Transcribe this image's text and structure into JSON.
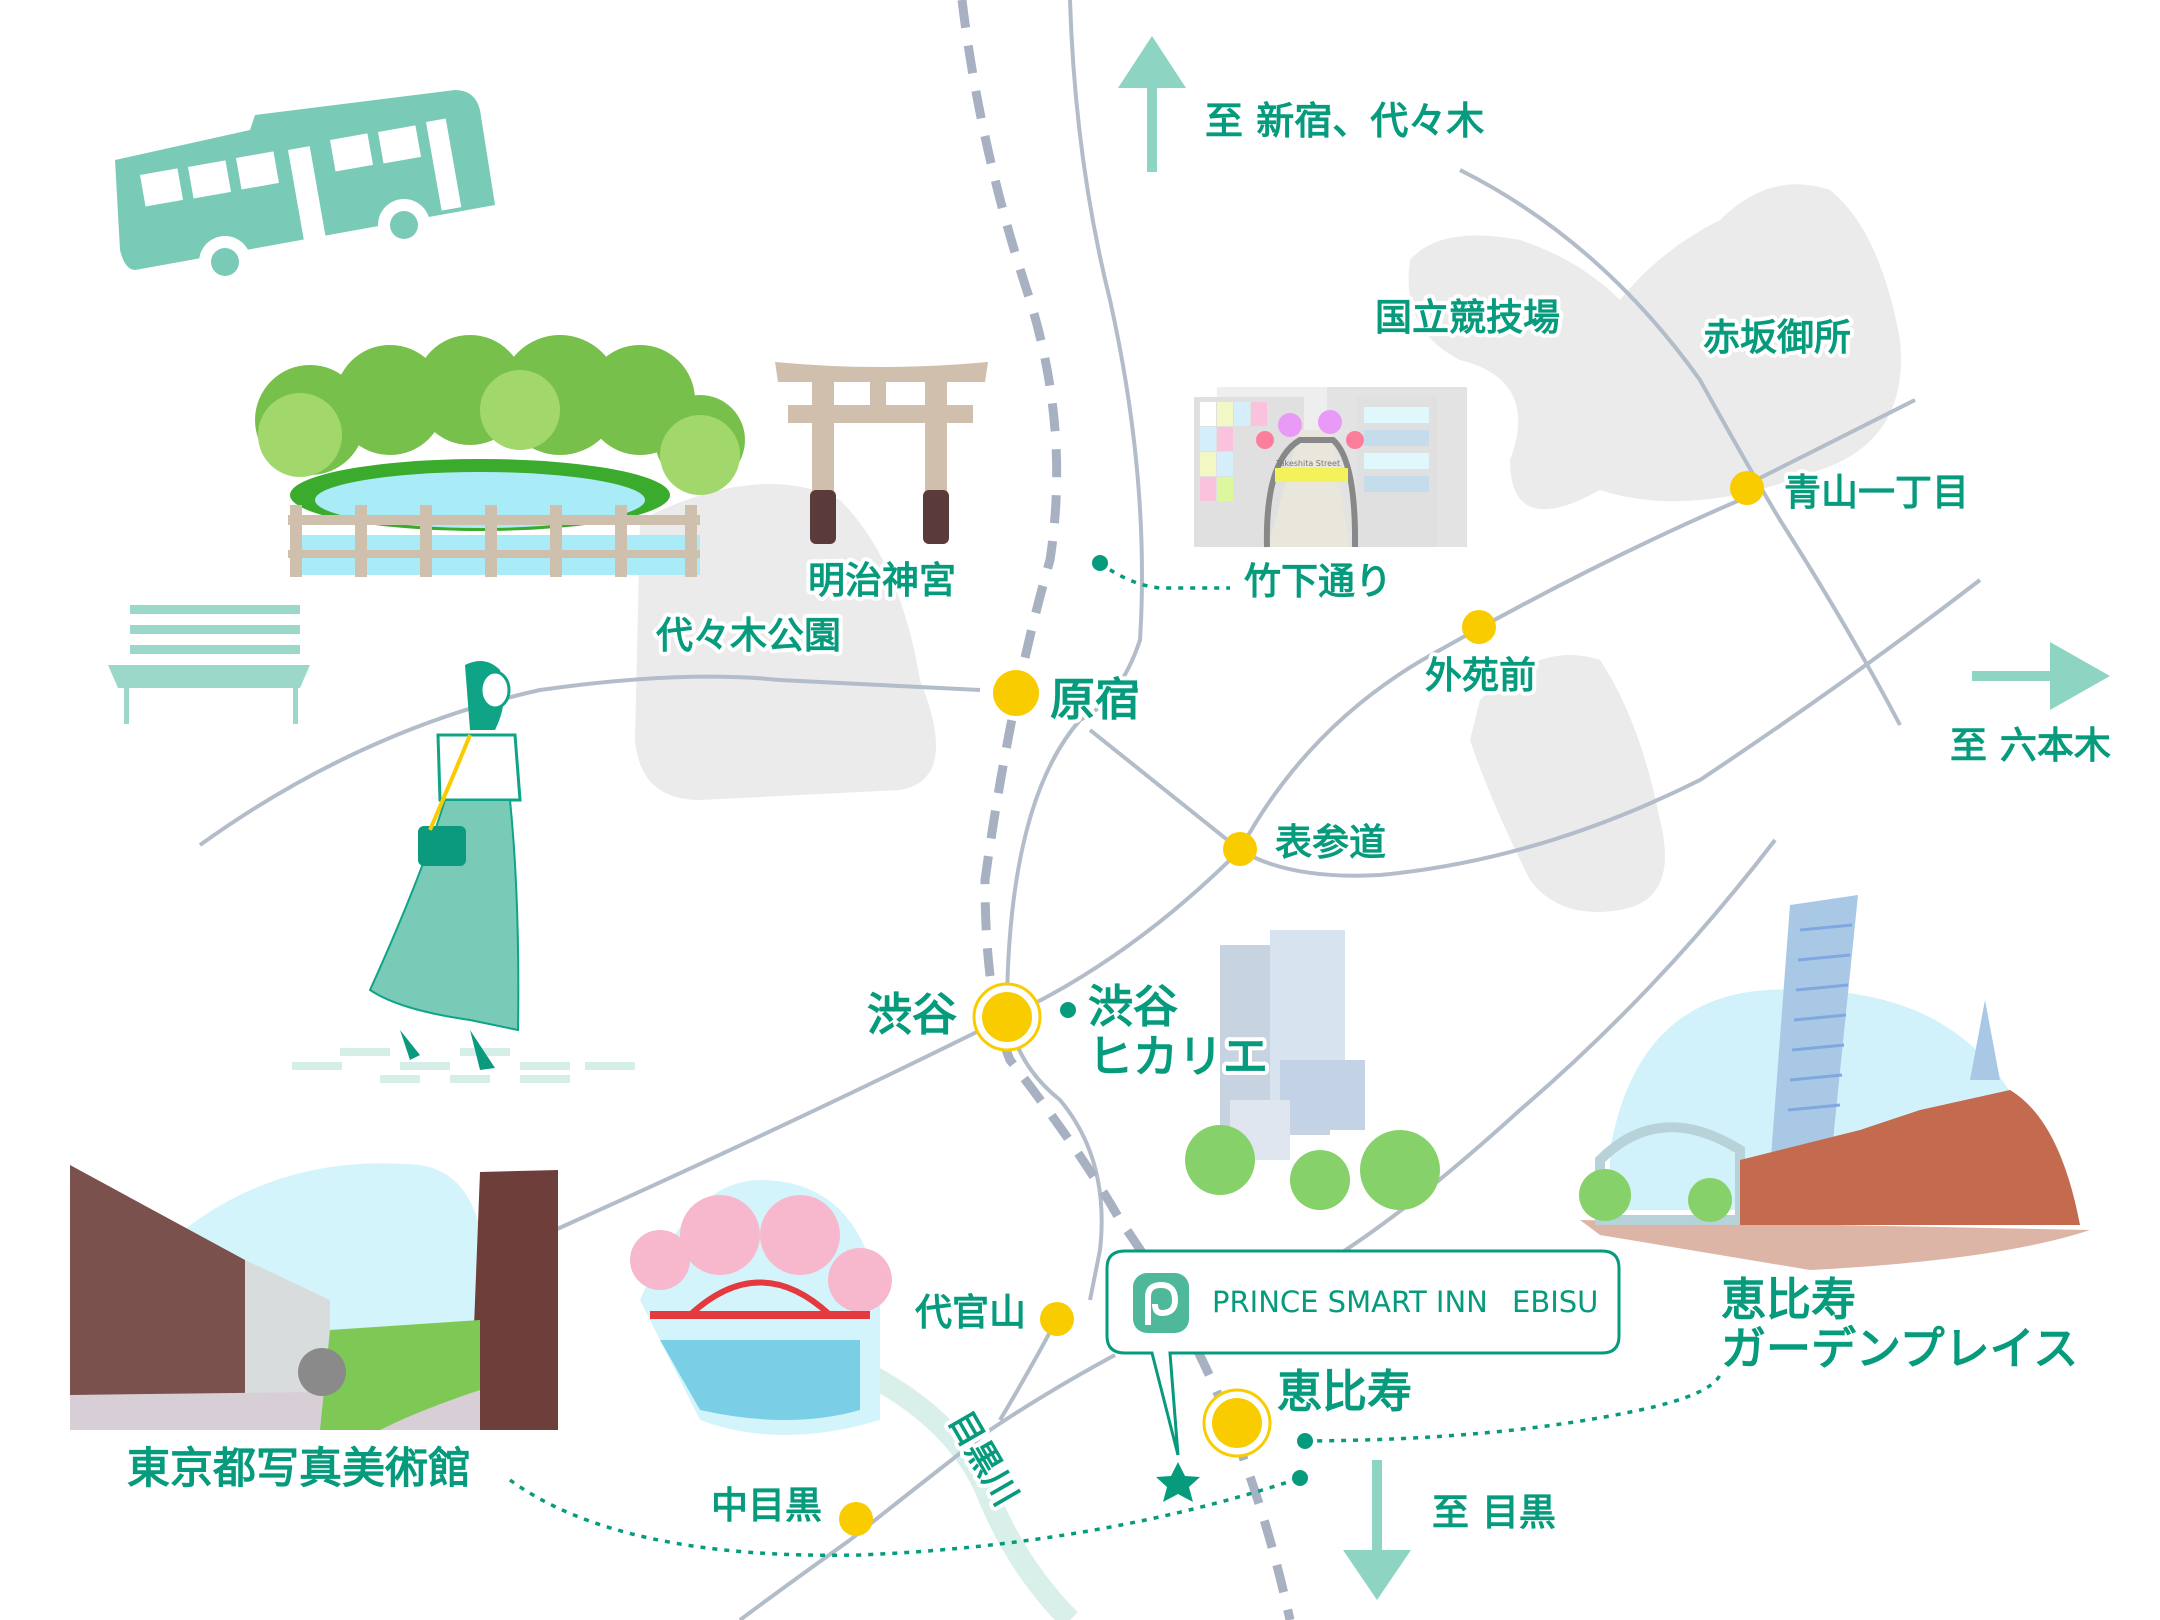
{
  "map": {
    "directions": {
      "shinjuku": "至 新宿、代々木",
      "roppongi": "至 六本木",
      "meguro": "至 目黒"
    },
    "stations": {
      "harajuku": "原宿",
      "omotesando": "表参道",
      "gaienmae": "外苑前",
      "aoyama_itchome": "青山一丁目",
      "shibuya": "渋谷",
      "daikanyama": "代官山",
      "ebisu": "恵比寿",
      "nakameguro": "中目黒"
    },
    "landmarks": {
      "national_stadium": "国立競技場",
      "akasaka_palace": "赤坂御所",
      "meiji_jingu": "明治神宮",
      "takeshita": "竹下通り",
      "yoyogi_park": "代々木公園",
      "hikarie_line1": "渋谷",
      "hikarie_line2": "ヒカリエ",
      "garden_place_line1": "恵比寿",
      "garden_place_line2": "ガーデンプレイス",
      "photo_museum": "東京都写真美術館",
      "meguro_river": "目黒川",
      "takeshita_sign": "Takeshita Street"
    },
    "hotel": {
      "name": "PRINCE SMART INN",
      "branch": "EBISU"
    },
    "colors": {
      "accent": "#079b7e",
      "station": "#f9cc00",
      "road": "#b3bcc9",
      "area": "#ebebec"
    }
  }
}
